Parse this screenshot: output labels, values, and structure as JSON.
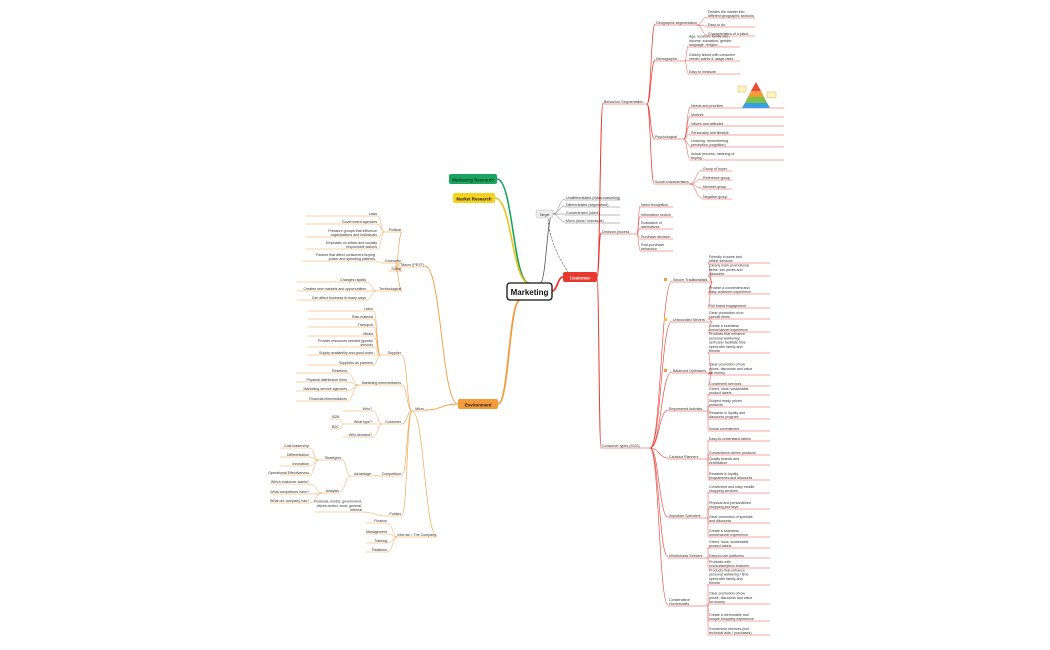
{
  "root": {
    "label": "Marketing"
  },
  "branches": {
    "mr": {
      "label": "Marketing Research",
      "color": "#1aa55f"
    },
    "mres": {
      "label": "Market Research",
      "color": "#e8c21a"
    },
    "target": {
      "label": "Target",
      "color": "#888888",
      "items": [
        "Undifferentiated (Mass marketing)",
        "Differentiated (segmented)",
        "Concentrated (niche)",
        "Micro (local / individual)"
      ]
    },
    "customer": {
      "label": "Customer",
      "color": "#e8392f"
    },
    "env": {
      "label": "Environment",
      "color": "#f39a3a"
    }
  },
  "customer": {
    "behaviour": {
      "label": "Behaviour Segmentation",
      "geo": {
        "label": "Geographic segmentation",
        "items": [
          "Divides the market into different geographic sections",
          "Easy to do",
          "Characteristics of a place"
        ]
      },
      "demo": {
        "label": "Demographic",
        "items": [
          "Age, location, family size, income, education, gender, language, religion...",
          "Closely linked with consumer needs, wants & usage rates",
          "Easy to measure"
        ]
      },
      "psych": {
        "label": "Psychological",
        "items": [
          "Needs and priorities",
          "Motives",
          "Values and attitudes",
          "Personality and lifestyle",
          "Learning, remembering, perception (cognition)",
          "Actual process, meaning of buying"
        ]
      },
      "social": {
        "label": "Social characteristics",
        "items": [
          "Group of buyer",
          "Reference group",
          "Member group",
          "Negative group"
        ]
      }
    },
    "decision": {
      "label": "Decision process",
      "items": [
        "Need recognition",
        "Information search",
        "Evaluation of alternatives",
        "Purchase decision",
        "Post-purchase behaviour"
      ]
    },
    "types": {
      "label": "Consumer types (2022)",
      "secure": {
        "label": "Secure Traditionalists",
        "items": [
          "Friendly in-store and offline services",
          "Clearly mark promotional items, low prices and discounts",
          "Provide a convenient and easy customer experience",
          "Full brand engagement"
        ]
      },
      "unbound": {
        "label": "Unbounded Strivers",
        "items": [
          "Clear promotion of no special items",
          "Create a seamless omnichannel experience"
        ]
      },
      "balanced": {
        "label": "Balanced Optimisers",
        "items": [
          "Products that enhance personal wellbeing/ self-care/ facilitate time spent with family and friends",
          "Clear promotion of low prices, discounts and value for money",
          "Convenient services"
        ]
      },
      "empowered": {
        "label": "Empowered Activists",
        "items": [
          "Green, local, sustainable product labels",
          "Subject ready priced products",
          "Rewards in loyalty and discounts program",
          "Social commitment"
        ]
      },
      "cautious": {
        "label": "Cautious Planners",
        "items": [
          "Easy-to-understand labels",
          "Convenience-driven products",
          "Quality brands and certification",
          "Rewards in loyalty programmes and discounts"
        ]
      },
      "impulsive": {
        "label": "Impulsive Spenders",
        "items": [
          "Convenient and easy mobile shopping services",
          "Physical and personalised shopping journeys",
          "Clear promotion of specials and discounts",
          "Create a seamless omnichannel experience"
        ]
      },
      "mindful": {
        "label": "Mindfulness Seekers",
        "items": [
          "Green, local, sustainable product labels",
          "Easy-to-use platforms",
          "Products with eco/subscription features"
        ]
      },
      "conserv": {
        "label": "Conservative Homebodies",
        "items": [
          "Products that enhance personal wellbeing / time spent with family and friends",
          "Clear promotion of low prices, discounts and value for money",
          "Create a memorable and unique shopping experience",
          "Convenient services (incl. technical aids / purchases)"
        ]
      }
    }
  },
  "env": {
    "macro": {
      "label": "Macro (PEST)",
      "political": {
        "label": "Political",
        "items": [
          "Laws",
          "Government agencies",
          "Pressure groups that influence organisations and individuals",
          "Emphasis on ethics and socially responsible actions"
        ]
      },
      "economic": {
        "label": "Economic",
        "items": [
          "Factors that affect consumers buying power and spending patterns"
        ]
      },
      "social": {
        "label": "Social",
        "items": []
      },
      "tech": {
        "label": "Technological",
        "items": [
          "Changes rapidly",
          "Creates new markets and opportunities",
          "Can affect business in many ways"
        ]
      }
    },
    "micro": {
      "label": "Micro",
      "supplier": {
        "label": "Supplier",
        "items": [
          "Labor",
          "Raw material",
          "Transport",
          "Media",
          "Provide resources needed (goods/ service)",
          "Supply availability and good costs",
          "Suppliers as partners"
        ]
      },
      "intermediaries": {
        "label": "Marketing intermediaries",
        "items": [
          "Resellers",
          "Physical distribution firms",
          "Marketing service agencies",
          "Financial intermediaries"
        ]
      },
      "customer": {
        "label": "Customer",
        "items": [
          "Who?",
          "What type?",
          "Why demand?"
        ],
        "types": [
          "B2B",
          "B2C"
        ]
      },
      "competition": {
        "label": "Competition",
        "advantage": {
          "label": "Advantage",
          "items": [
            "Cost leadership",
            "Differentiation",
            "Innovation",
            "Operational Effectiveness"
          ]
        },
        "analysis": {
          "label": "Analysis",
          "items": [
            "Which customer wants?",
            "What competitors have?",
            "What our company has?"
          ]
        },
        "strategies": "Strategies"
      },
      "publics": {
        "label": "Publics",
        "items": [
          "Financial, media, government, citizen-action, local, general, internal"
        ]
      },
      "internal": {
        "label": "Internal = The Company",
        "items": [
          "Finance",
          "Management",
          "Training",
          "Relations"
        ]
      }
    }
  }
}
